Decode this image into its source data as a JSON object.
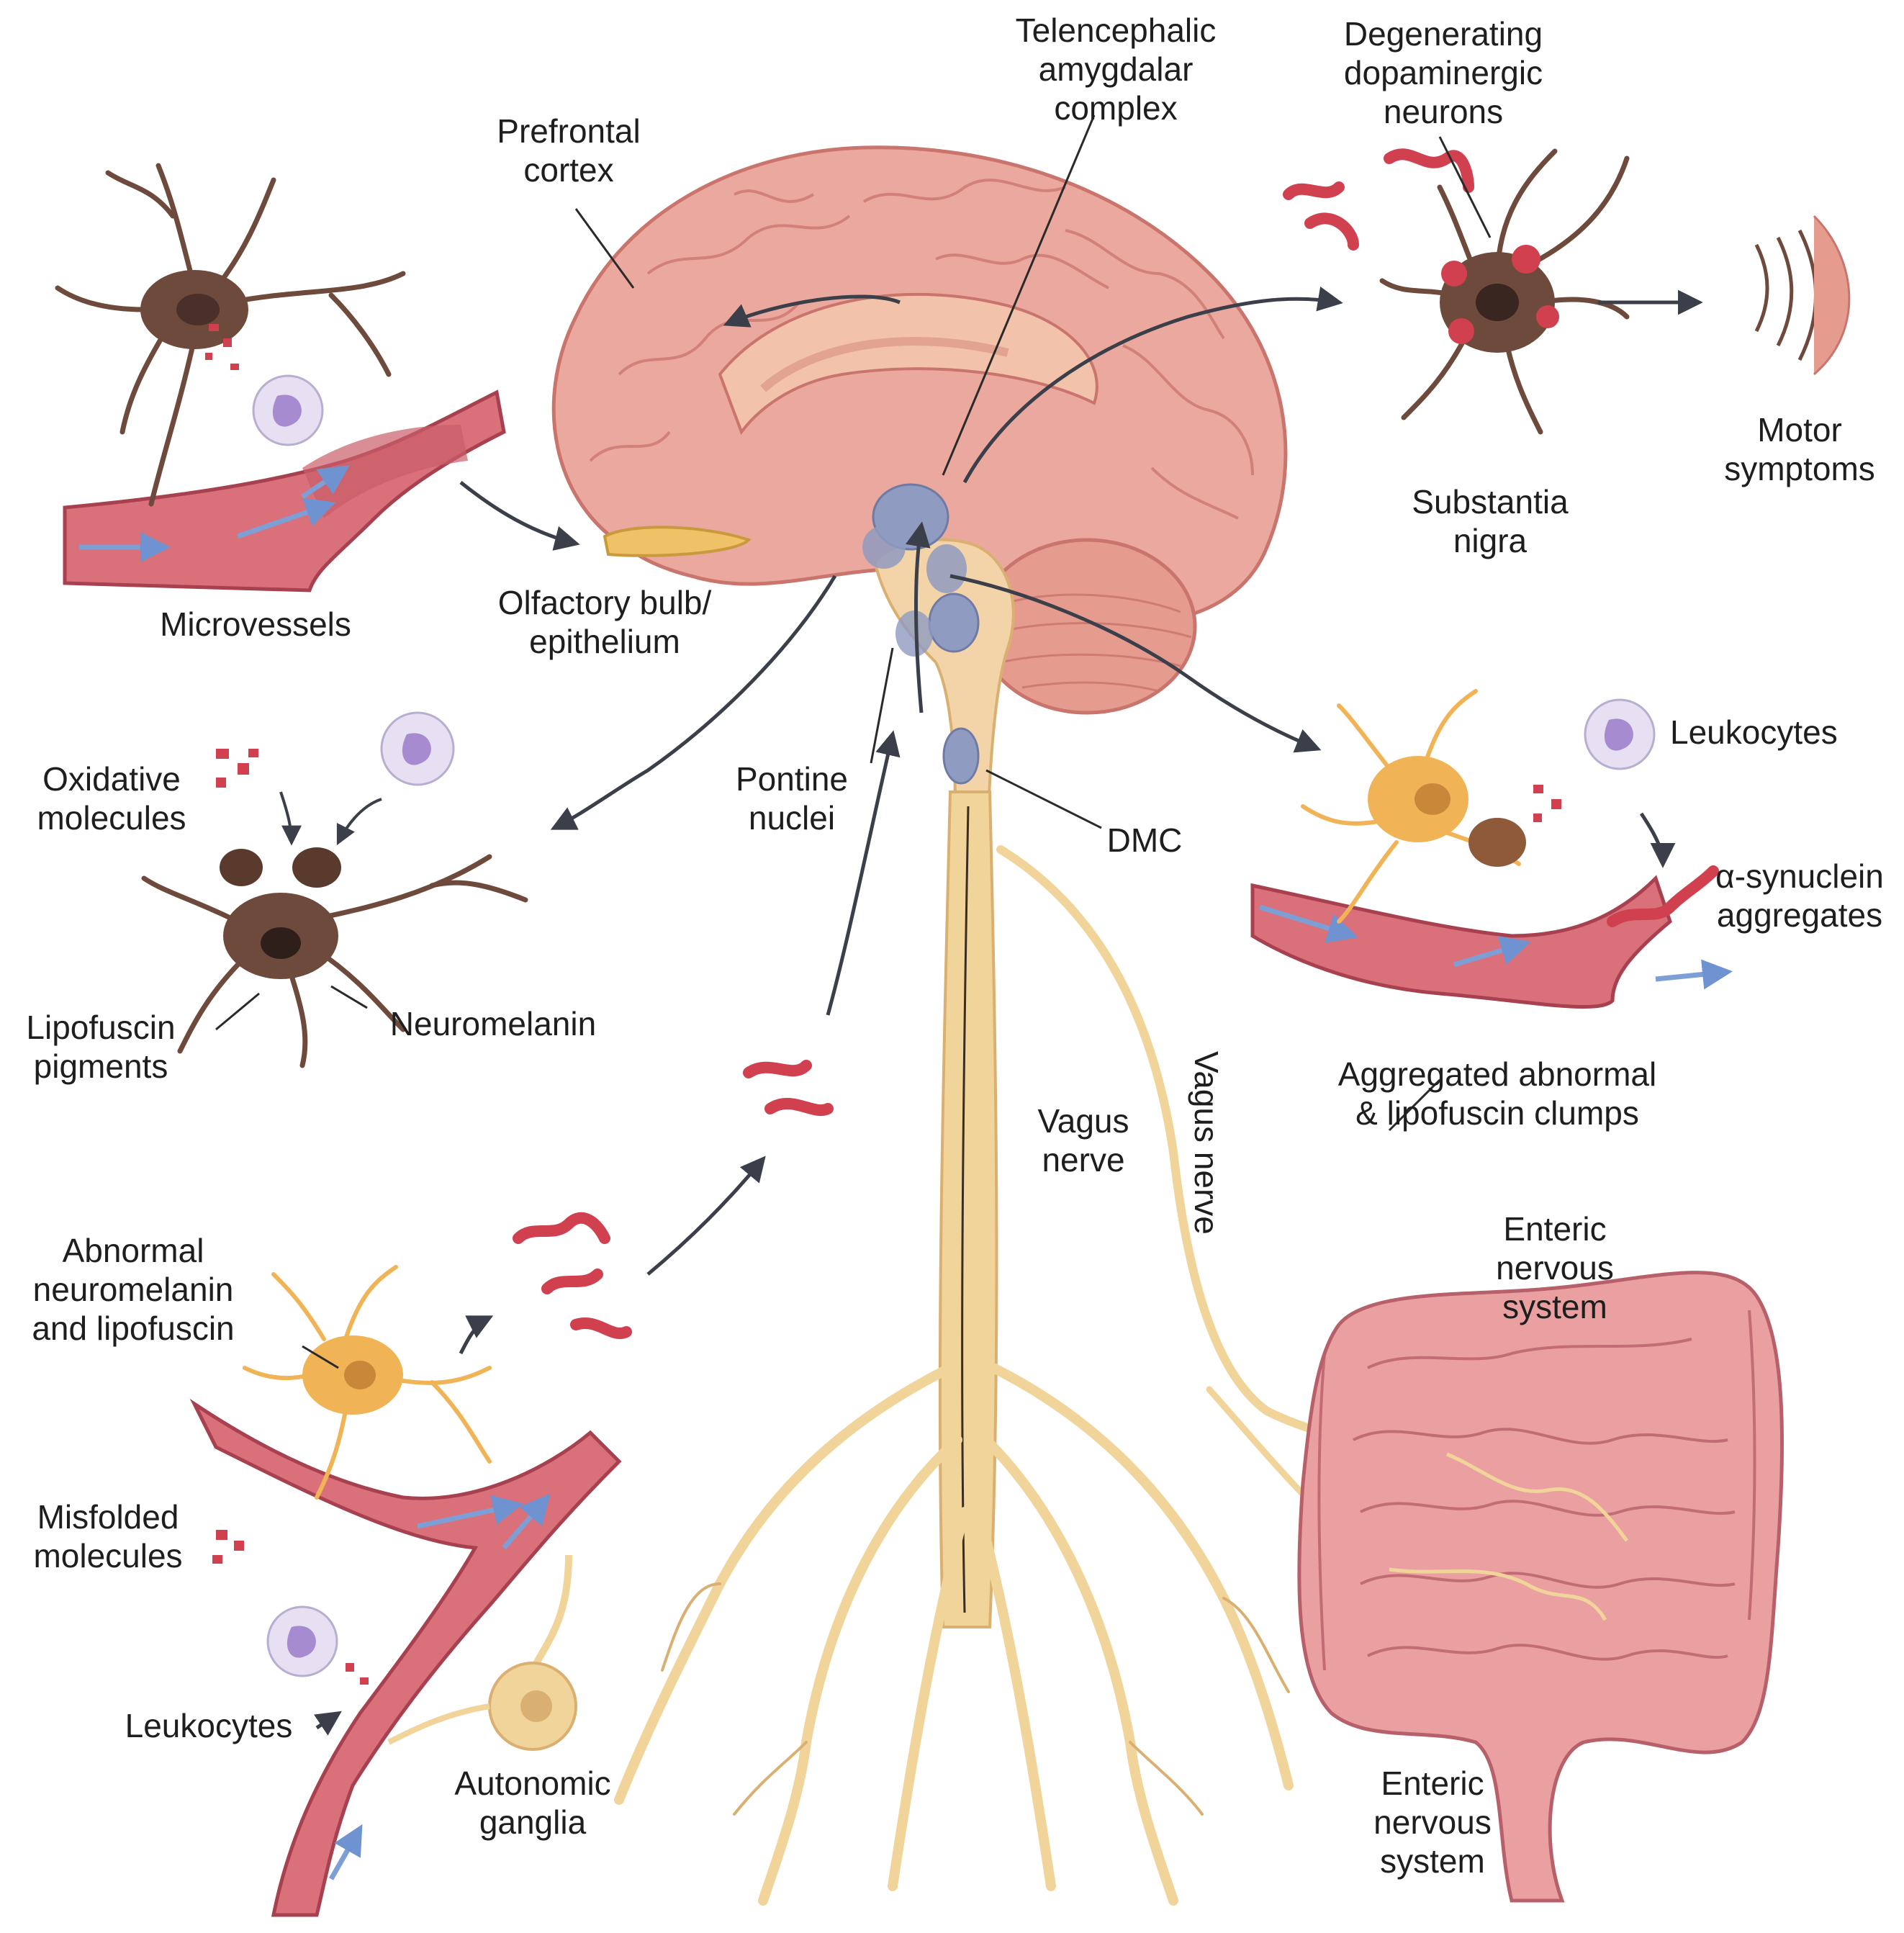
{
  "labels": {
    "prefrontal_cortex": "Prefrontal\ncortex",
    "amygdalar_complex": "Telencephalic\namygdalar\ncomplex",
    "degenerating_neurons": "Degenerating\ndopaminergic\nneurons",
    "substantia_nigra": "Substantia\nnigra",
    "motor_symptoms": "Motor\nsymptoms",
    "microvessels": "Microvessels",
    "olfactory_bulb": "Olfactory bulb/\nepithelium",
    "oxidative_molecules": "Oxidative\nmolecules",
    "pontine_nuclei": "Pontine\nnuclei",
    "dmc": "DMC",
    "leukocytes_top": "Leukocytes",
    "alpha_synuclein": "α-synuclein\naggregates",
    "lipofuscin_pigments": "Lipofuscin\npigments",
    "neuromelanin": "Neuromelanin",
    "aggregated_clumps": "Aggregated abnormal\n& lipofuscin clumps",
    "vagus_nerve_left": "Vagus\nnerve",
    "vagus_nerve_rotated": "Vagus nerve",
    "enteric_top": "Enteric\nnervous\nsystem",
    "abnormal_neuromelanin": "Abnormal\nneuromelanin\nand lipofuscin",
    "misfolded_molecules": "Misfolded\nmolecules",
    "leukocytes_bottom": "Leukocytes",
    "autonomic_ganglia": "Autonomic\nganglia",
    "enteric_bottom": "Enteric\nnervous\nsystem"
  },
  "colors": {
    "brain": "#eba89e",
    "brain_dark": "#c9746c",
    "brain_inner": "#f2c2aa",
    "nerve": "#f1d49a",
    "nerve_dark": "#d9b071",
    "nuclei": "#8f9bc0",
    "vessel": "#d9707a",
    "vessel_dark": "#a8414f",
    "flow": "#7d9fd6",
    "neuron_dark": "#6e4a3c",
    "neuron_gold": "#f0b457",
    "aggregate": "#d0404e",
    "leukocyte": "#e6e0f2",
    "leukocyte_nucleus": "#a68bd0",
    "intestine": "#eaa0a0",
    "arrow": "#3a3f4a"
  }
}
